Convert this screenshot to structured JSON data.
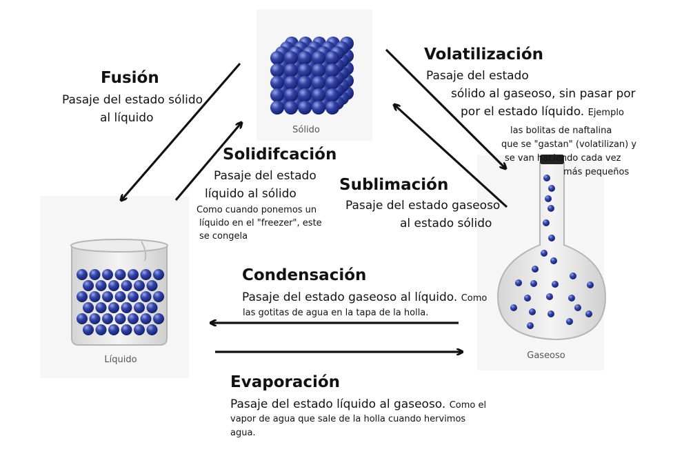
{
  "states": {
    "solid": "Sólido",
    "liquid": "Líquido",
    "gas": "Gaseoso"
  },
  "transitions": {
    "fusion": {
      "title": "Fusión",
      "desc": [
        "Pasaje del estado sólido",
        "al líquido"
      ]
    },
    "solidification": {
      "title": "Solidifcación",
      "desc": [
        "Pasaje del estado",
        "líquido al sólido"
      ],
      "note": [
        "Como cuando ponemos un",
        "líquido en el \"freezer\", este",
        "se congela"
      ]
    },
    "volatilization": {
      "title": "Volatilización",
      "desc": [
        "Pasaje del estado",
        "sólido al gaseoso, sin pasar por",
        "por el estado líquido."
      ],
      "note_inline": "Ejemplo",
      "note": [
        "las bolitas de naftalina",
        "que se \"gastan\" (volatilizan) y",
        "se van haciendo cada vez",
        "más pequeños"
      ]
    },
    "sublimation": {
      "title": "Sublimación",
      "desc": [
        "Pasaje del estado gaseoso",
        "al estado sólido"
      ]
    },
    "condensation": {
      "title": "Condensación",
      "desc": "Pasaje del estado gaseoso al líquido.",
      "note_inline": "Como",
      "note": "las gotitas de agua en la tapa de la holla."
    },
    "evaporation": {
      "title": "Evaporación",
      "desc": "Pasaje del estado líquido al gaseoso.",
      "note_inline": "Como el",
      "note": [
        "vapor de agua que sale de la holla cuando hervimos",
        "agua."
      ]
    }
  },
  "colors": {
    "particle": "#2b3a9a",
    "particle_highlight": "#8f9ce0",
    "glass": "#c9c9c9"
  }
}
